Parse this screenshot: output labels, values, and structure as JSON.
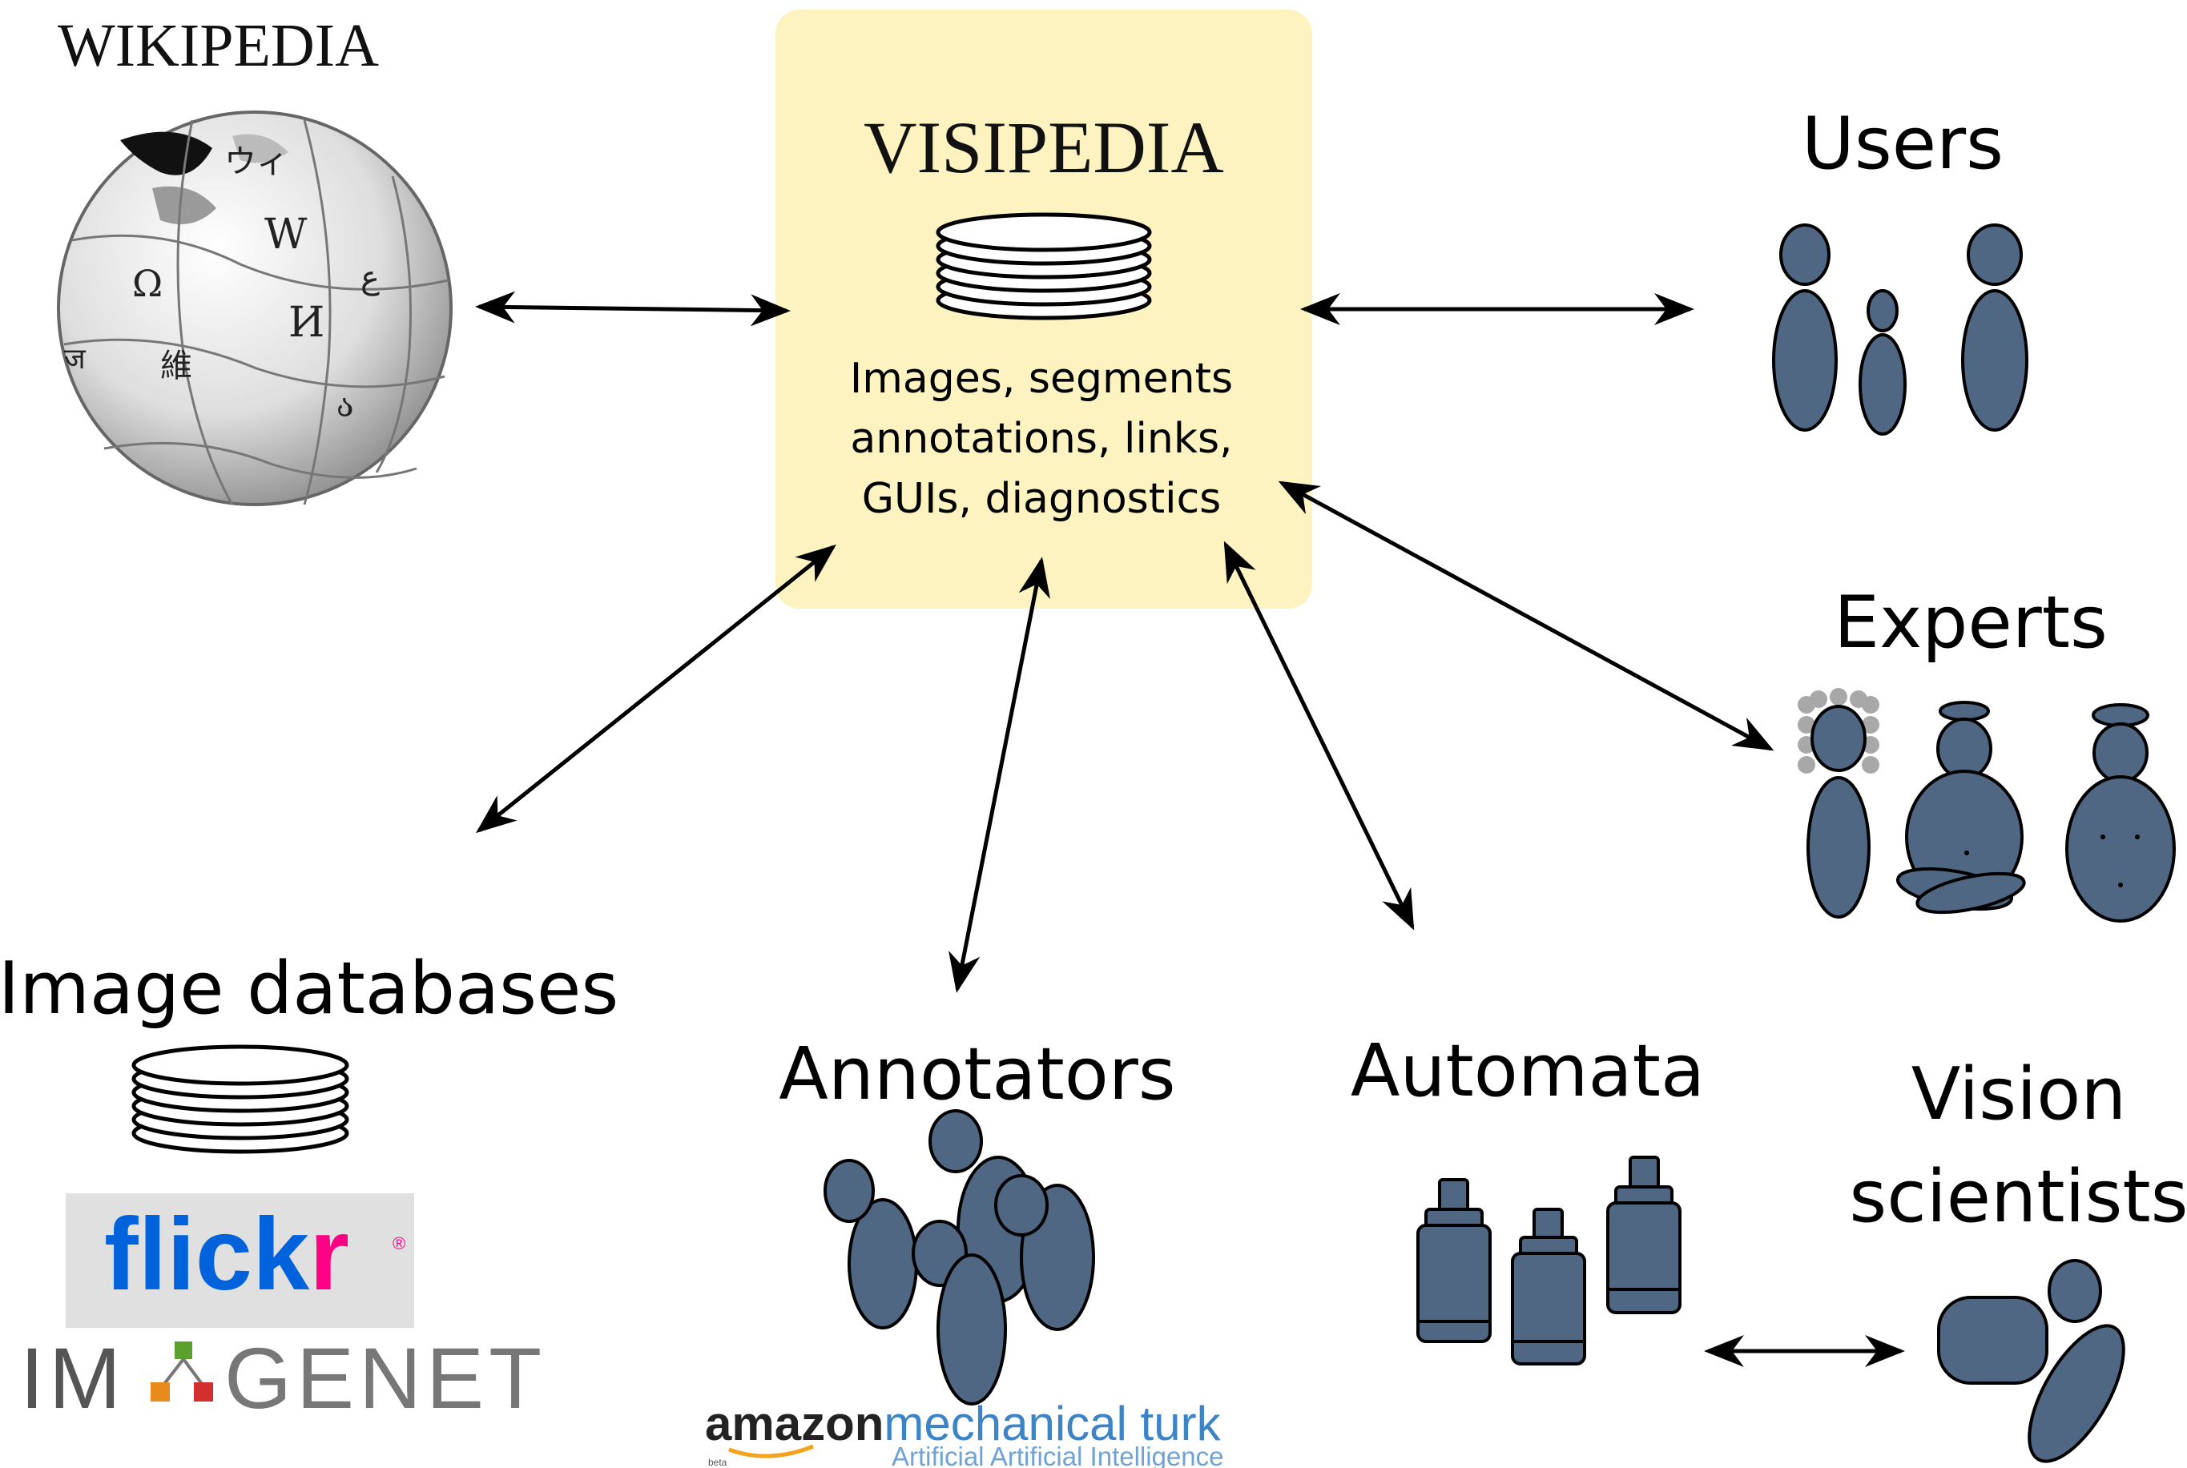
{
  "center": {
    "title": "VISIPEDIA",
    "lines": [
      "Images, segments",
      "annotations,  links,",
      "GUIs, diagnostics"
    ]
  },
  "wikipedia": {
    "title": "WIKIPEDIA",
    "globe_glyphs": [
      "W",
      "Ω",
      "И",
      "ウィ",
      "維",
      "ज",
      "ع",
      "ა"
    ]
  },
  "labels": {
    "users": "Users",
    "experts": "Experts",
    "image_databases": "Image databases",
    "annotators": "Annotators",
    "automata": "Automata",
    "vision_line1": "Vision",
    "vision_line2": "scientists"
  },
  "logos": {
    "flickr_flick": "flick",
    "flickr_r": "r",
    "flickr_reg": "®",
    "imagenet_a": "IM",
    "imagenet_b": "GENET",
    "amazon": "amazon",
    "mechanical_turk": "mechanical turk",
    "mturk_tagline": "Artificial Artificial Intelligence",
    "mturk_beta": "beta"
  },
  "colors": {
    "figure_fill": "#4f6783",
    "center_box": "#fcf3c0",
    "flickr_blue": "#0063dc",
    "flickr_pink": "#ff0084",
    "mturk_blue": "#3d84c6",
    "wig": "#a8a8a8"
  }
}
